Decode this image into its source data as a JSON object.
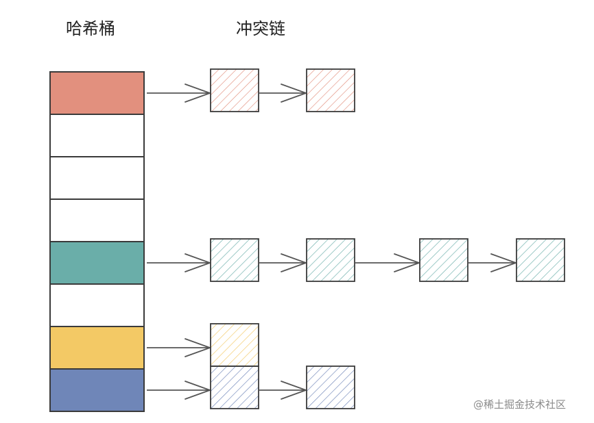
{
  "labels": {
    "hash_bucket": "哈希桶",
    "collision_chain": "冲突链",
    "watermark": "@稀土掘金技术社区"
  },
  "colors": {
    "red": "#e2907e",
    "teal": "#6aaea9",
    "yellow": "#f3c965",
    "blue": "#6f86b8",
    "empty": "#ffffff",
    "stroke": "#3a3a3a",
    "arrow": "#555555"
  },
  "buckets": [
    {
      "color": "red",
      "chain_length": 2
    },
    {
      "color": "empty",
      "chain_length": 0
    },
    {
      "color": "empty",
      "chain_length": 0
    },
    {
      "color": "empty",
      "chain_length": 0
    },
    {
      "color": "teal",
      "chain_length": 4
    },
    {
      "color": "empty",
      "chain_length": 0
    },
    {
      "color": "yellow",
      "chain_length": 1
    },
    {
      "color": "blue",
      "chain_length": 2
    }
  ]
}
